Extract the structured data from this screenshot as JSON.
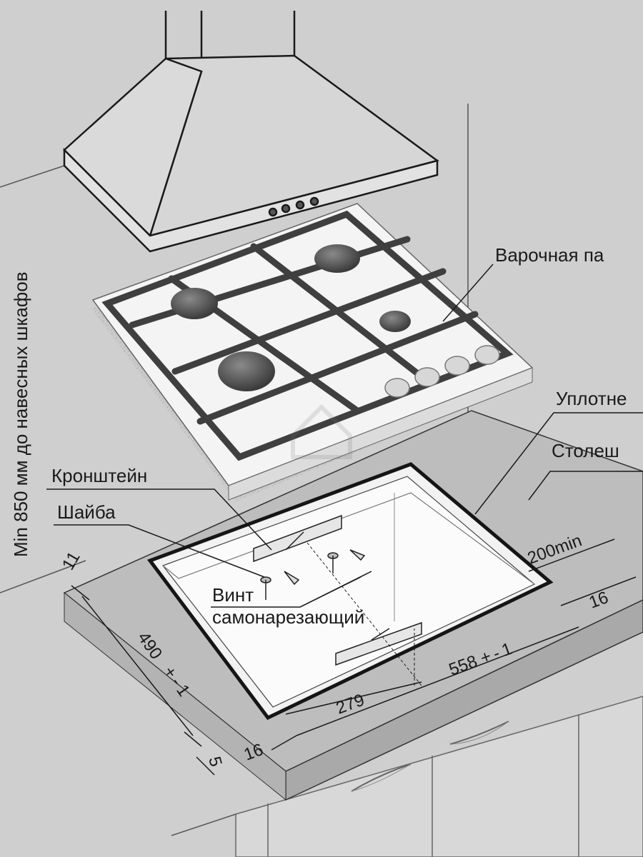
{
  "labels": {
    "hob": "Варочная па",
    "seal": "Уплотне",
    "countertop": "Столеш",
    "bracket": "Кронштейн",
    "washer": "Шайба",
    "screw_line1": "Винт",
    "screw_line2": "самонарезающий",
    "hood_clearance": "Min 850 мм до навесных шкафов"
  },
  "dimensions": {
    "d11": "11",
    "d490": "490",
    "d490_tol": "+ - 1",
    "d200": "200min",
    "d16_right": "16",
    "d558": "558",
    "d558_tol": "+ - 1",
    "d279": "279",
    "d16_left": "16",
    "d5": "5"
  },
  "colors": {
    "background": "#cfcfcf",
    "countertop_top": "#bdbdbd",
    "countertop_front": "#a9a9a9",
    "cutout": "#f2f2f2",
    "hob_surface": "#f4f4f4",
    "grate": "#3f3f3f",
    "burner": "#5a5a5a",
    "line": "#1a1a1a"
  }
}
